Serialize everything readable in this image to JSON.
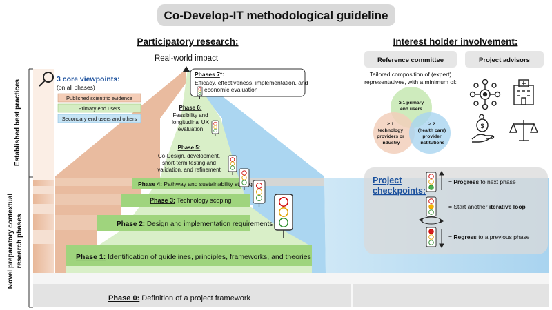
{
  "title": "Co-Develop-IT methodological guideline",
  "left_heading": "Participatory research:",
  "right_heading": "Interest holder involvement:",
  "apex_label": "Real-world impact",
  "side_labels": {
    "established": "Established best practices",
    "novel_line1": "Novel preparatory contextual",
    "novel_line2": "research phases"
  },
  "viewpoints": {
    "title": "3 core viewpoints:",
    "subtitle": "(on all phases)",
    "items": [
      {
        "label": "Published scientific evidence",
        "color": "#f4cdb7"
      },
      {
        "label": "Primary end users",
        "color": "#d5edc3"
      },
      {
        "label": "Secondary end users and others",
        "color": "#c6e4f5"
      }
    ]
  },
  "phases": {
    "p7_title": "Phases 7",
    "p7_suffix": "*:",
    "p7_lines": [
      "Efficacy, effectiveness, implementation, and",
      "economic evaluation"
    ],
    "p6_title": "Phase 6:",
    "p6_lines": [
      "Feasibility and",
      "longitudinal UX",
      "evaluation"
    ],
    "p5_title": "Phase 5:",
    "p5_lines": [
      "Co-Design, development,",
      "short-term testing and",
      "validation, and refinement"
    ],
    "p4_title": "Phase 4:",
    "p4_text": " Pathway and sustainability strategy",
    "p3_title": "Phase 3:",
    "p3_text": " Technology scoping",
    "p2_title": "Phase 2:",
    "p2_text": " Design and implementation requirements",
    "p1_title": "Phase 1:",
    "p1_text": " Identification of guidelines, principles, frameworks, and theories",
    "p0_title": "Phase 0:",
    "p0_text": " Definition of a project framework"
  },
  "reference_committee": {
    "header": "Reference committee",
    "desc_lines": [
      "Tailored composition of (expert)",
      "representatives, with a minimum of:"
    ],
    "circle_top": [
      "≥ 1 primary",
      "end users"
    ],
    "circle_left": [
      "≥ 1",
      "technology",
      "providers or",
      "industry"
    ],
    "circle_right": [
      "≥ 2",
      "(health care)",
      "provider",
      "institutions"
    ]
  },
  "project_advisors": {
    "header": "Project advisors",
    "icons": [
      "network-icon",
      "hospital-icon",
      "money-hand-icon",
      "scales-icon"
    ]
  },
  "checkpoints": {
    "title_line1": "Project",
    "title_line2": "checkpoints:",
    "items": [
      {
        "bold": "Progress",
        "text": " to next phase",
        "prefix": "= "
      },
      {
        "bold": "",
        "text": "Start another ",
        "bold2": "iterative loop",
        "prefix": "= "
      },
      {
        "bold": "Regress",
        "text": " to a previous phase",
        "prefix": "= "
      }
    ]
  },
  "colors": {
    "orange": "#e7b495",
    "green": "#9fd47d",
    "blue": "#8fc7ea",
    "grey_box": "#e2e2e2"
  }
}
